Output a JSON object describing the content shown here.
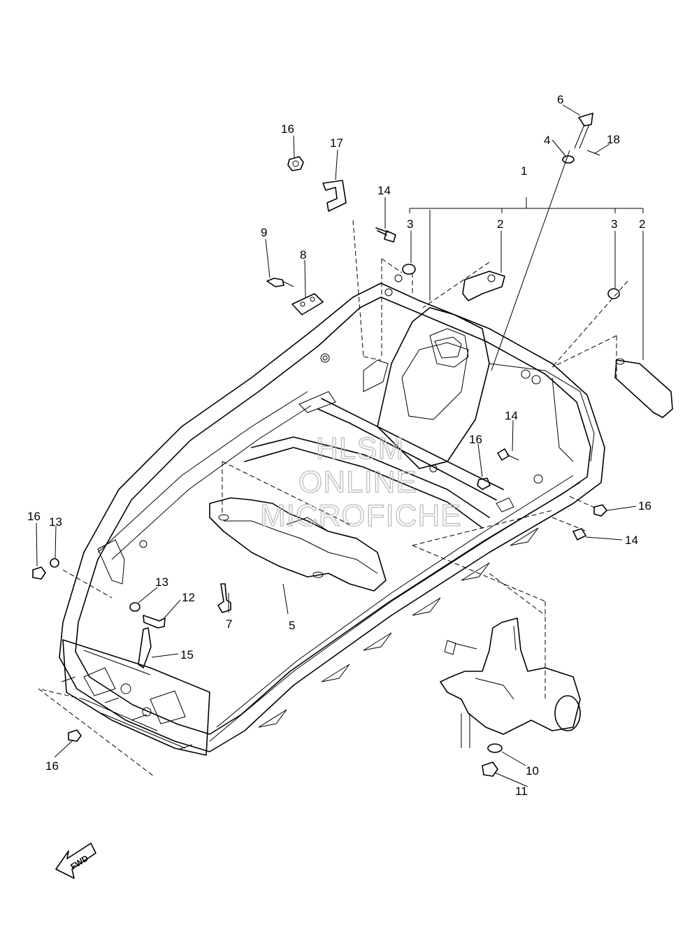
{
  "diagram": {
    "callouts": {
      "c1": "1",
      "c2a": "2",
      "c2b": "2",
      "c3a": "3",
      "c3b": "3",
      "c4": "4",
      "c5": "5",
      "c6": "6",
      "c7": "7",
      "c8": "8",
      "c9": "9",
      "c10": "10",
      "c11": "11",
      "c12": "12",
      "c13a": "13",
      "c13b": "13",
      "c14a": "14",
      "c14b": "14",
      "c14c": "14",
      "c15": "15",
      "c16a": "16",
      "c16b": "16",
      "c16c": "16",
      "c16d": "16",
      "c16e": "16",
      "c17": "17",
      "c18": "18"
    },
    "watermark": {
      "line1": "HLSM",
      "line2": "ONLINE",
      "line3": "MICROFICHE"
    },
    "fwd_label": "FWD"
  }
}
